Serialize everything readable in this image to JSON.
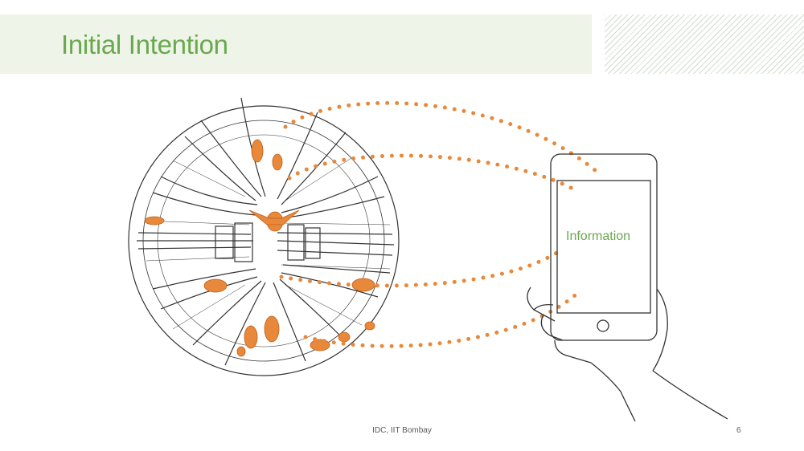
{
  "slide": {
    "title": "Initial Intention",
    "phone_label": "Information",
    "footer": "IDC, IIT Bombay",
    "page_number": "6"
  },
  "colors": {
    "title_green": "#6aa84f",
    "title_band": "#eef4e8",
    "accent_orange": "#e8883a",
    "line_dark": "#333333"
  },
  "illustration": {
    "sphere": "fisheye-street-sketch",
    "device": "phone-in-hand"
  }
}
